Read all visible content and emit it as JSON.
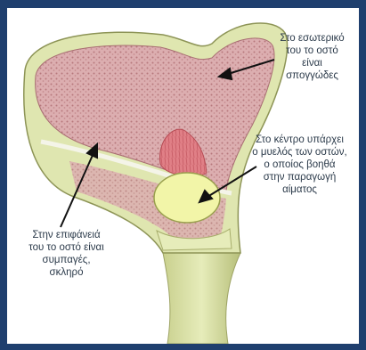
{
  "labels": {
    "spongy": "Στο εσωτερικό\nτου το οστό\nείναι\nσπογγώδες",
    "marrow": "Στο κέντρο υπάρχει\nο μυελός των οστών,\nο οποίος βοηθά\nστην παραγωγή\nαίματος",
    "compact": "Στην επιφάνειά\nτου το οστό είναι\nσυμπαγές,\nσκληρό"
  },
  "colors": {
    "frame": "#1f3f6e",
    "bone_outer": "#dfe6b0",
    "bone_shadow": "#b8c27e",
    "spongy": "#dcaeb0",
    "spongy_dots": "#b7787d",
    "marrow_red": "#e07f86",
    "marrow_yellow": "#f2f5a8",
    "arrow": "#111111"
  }
}
